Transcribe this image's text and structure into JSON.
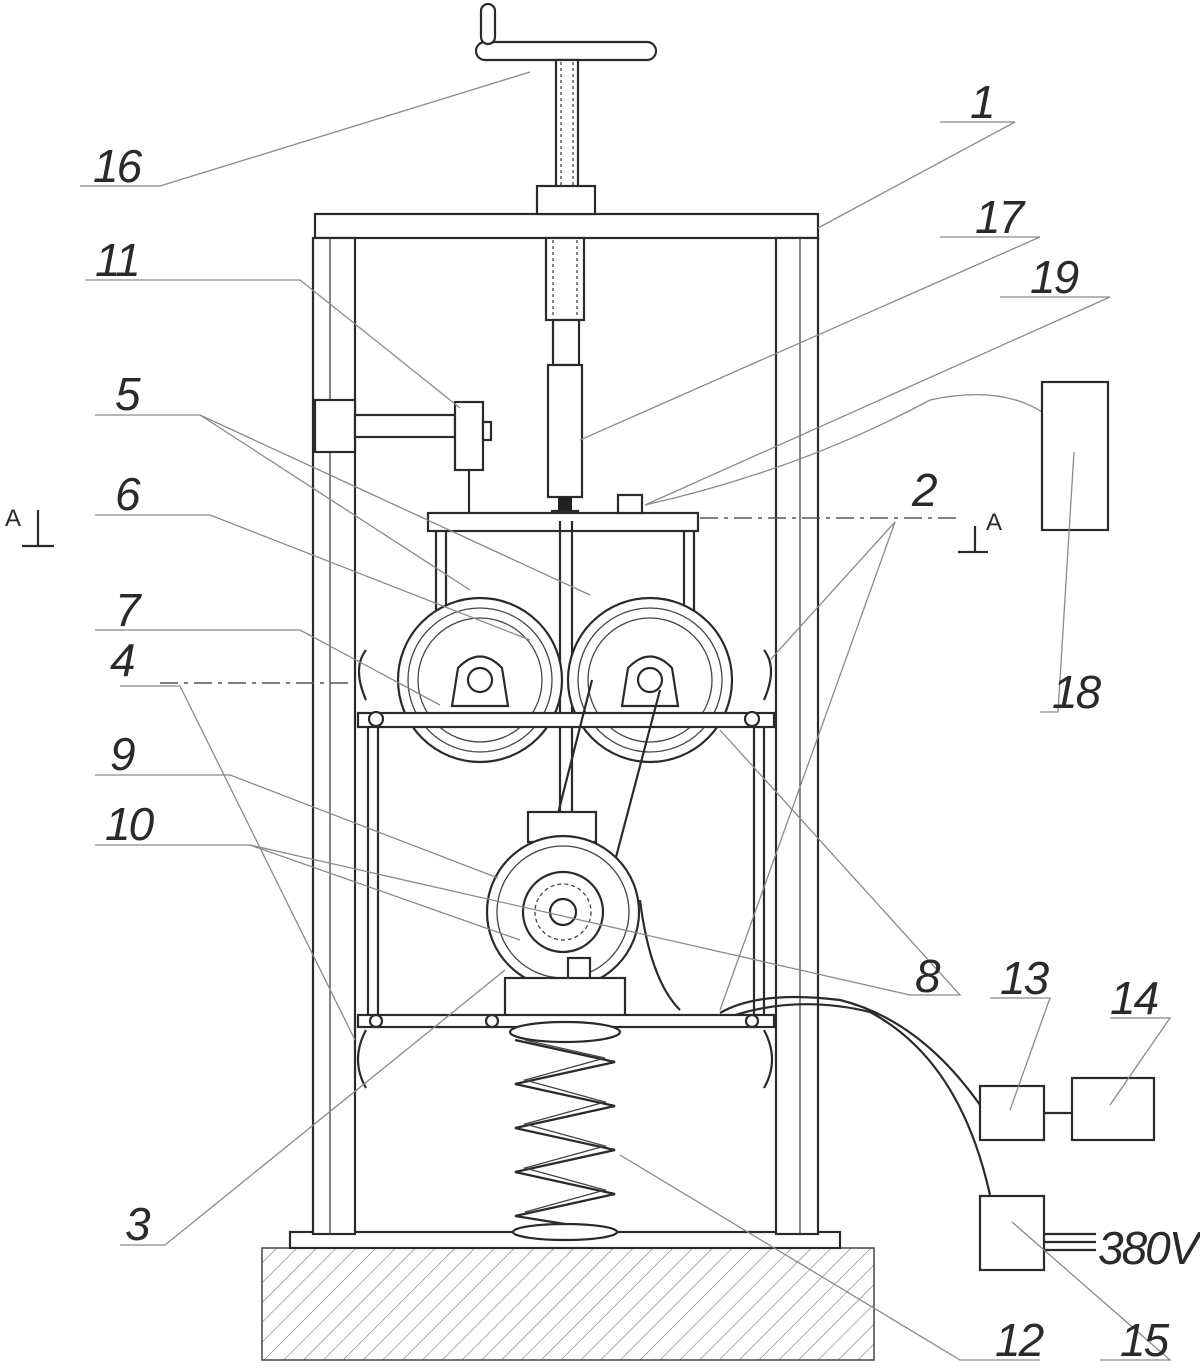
{
  "labels": {
    "l1": "1",
    "l2": "2",
    "l3": "3",
    "l4": "4",
    "l5": "5",
    "l6": "6",
    "l7": "7",
    "l8": "8",
    "l9": "9",
    "l10": "10",
    "l11": "11",
    "l12": "12",
    "l13": "13",
    "l14": "14",
    "l15": "15",
    "l16": "16",
    "l17": "17",
    "l18": "18",
    "l19": "19"
  },
  "section_marks": {
    "left": "A",
    "right": "A"
  },
  "power": "380V"
}
